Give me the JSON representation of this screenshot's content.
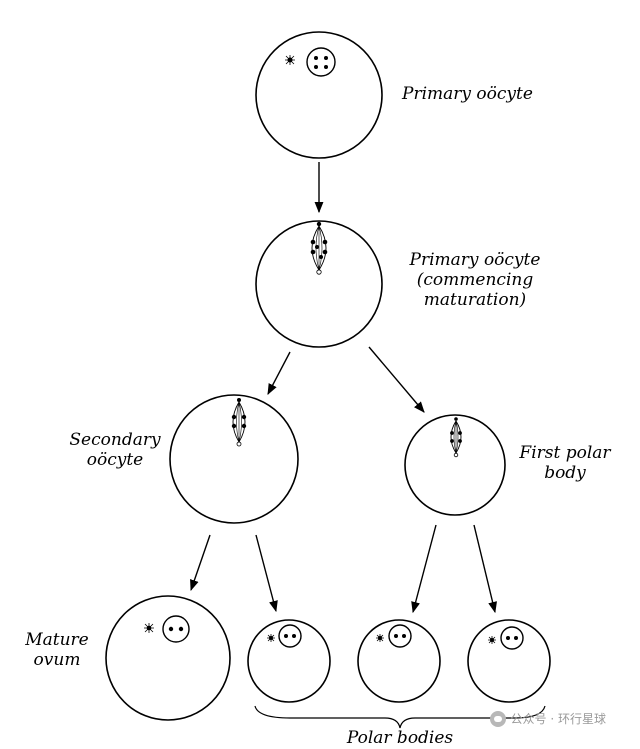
{
  "labels": {
    "primary_oocyte": "Primary oöcyte",
    "commencing_line1": "Primary oöcyte",
    "commencing_line2": "(commencing",
    "commencing_line3": "maturation)",
    "secondary_line1": "Secondary",
    "secondary_line2": "oöcyte",
    "first_polar_line1": "First polar",
    "first_polar_line2": "body",
    "mature_line1": "Mature",
    "mature_line2": "ovum",
    "polar_bodies": "Polar bodies"
  },
  "watermark": {
    "text": "公众号 · 环行星球",
    "icon": "wechat-icon"
  }
}
